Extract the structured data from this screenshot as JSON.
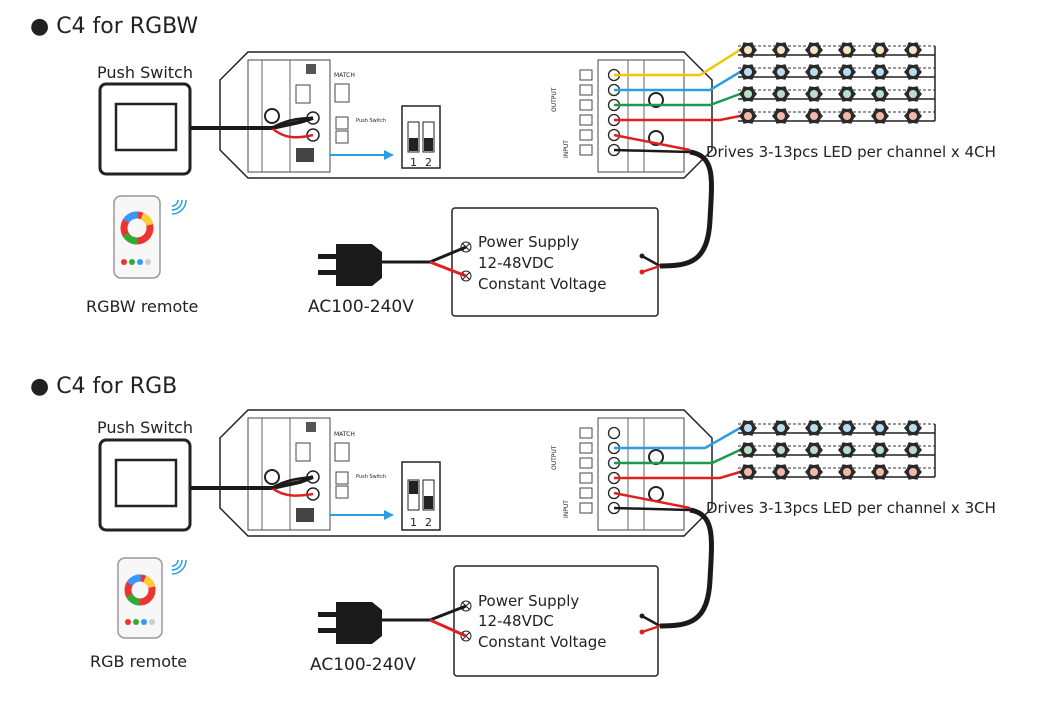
{
  "sections": [
    {
      "title": "● C4 for RGBW",
      "push_switch_label": "Push Switch",
      "remote_label": "RGBW remote",
      "ac_label": "AC100-240V",
      "psu": {
        "line1": "Power Supply",
        "line2": "12-48VDC",
        "line3": "Constant Voltage"
      },
      "led_caption": "Drives 3-13pcs LED per channel x 4CH",
      "channels": 4,
      "wire_colors": [
        "#f2c500",
        "#2a9fe0",
        "#1a9a4a",
        "#e02020"
      ]
    },
    {
      "title": "● C4 for RGB",
      "push_switch_label": "Push Switch",
      "remote_label": "RGB remote",
      "ac_label": "AC100-240V",
      "psu": {
        "line1": "Power Supply",
        "line2": "12-48VDC",
        "line3": "Constant Voltage"
      },
      "led_caption": "Drives 3-13pcs LED per channel x 3CH",
      "channels": 3,
      "wire_colors": [
        "#2a9fe0",
        "#1a9a4a",
        "#e02020"
      ]
    }
  ],
  "controller": {
    "match_label": "MATCH",
    "output_label": "OUTPUT",
    "input_label": "INPUT",
    "dip_labels": [
      "1",
      "2"
    ],
    "push_label": "Push Switch"
  },
  "colors": {
    "line": "#222222",
    "arrow": "#2a9fe0",
    "wire_black": "#1a1a1a",
    "wire_red": "#e02020"
  }
}
